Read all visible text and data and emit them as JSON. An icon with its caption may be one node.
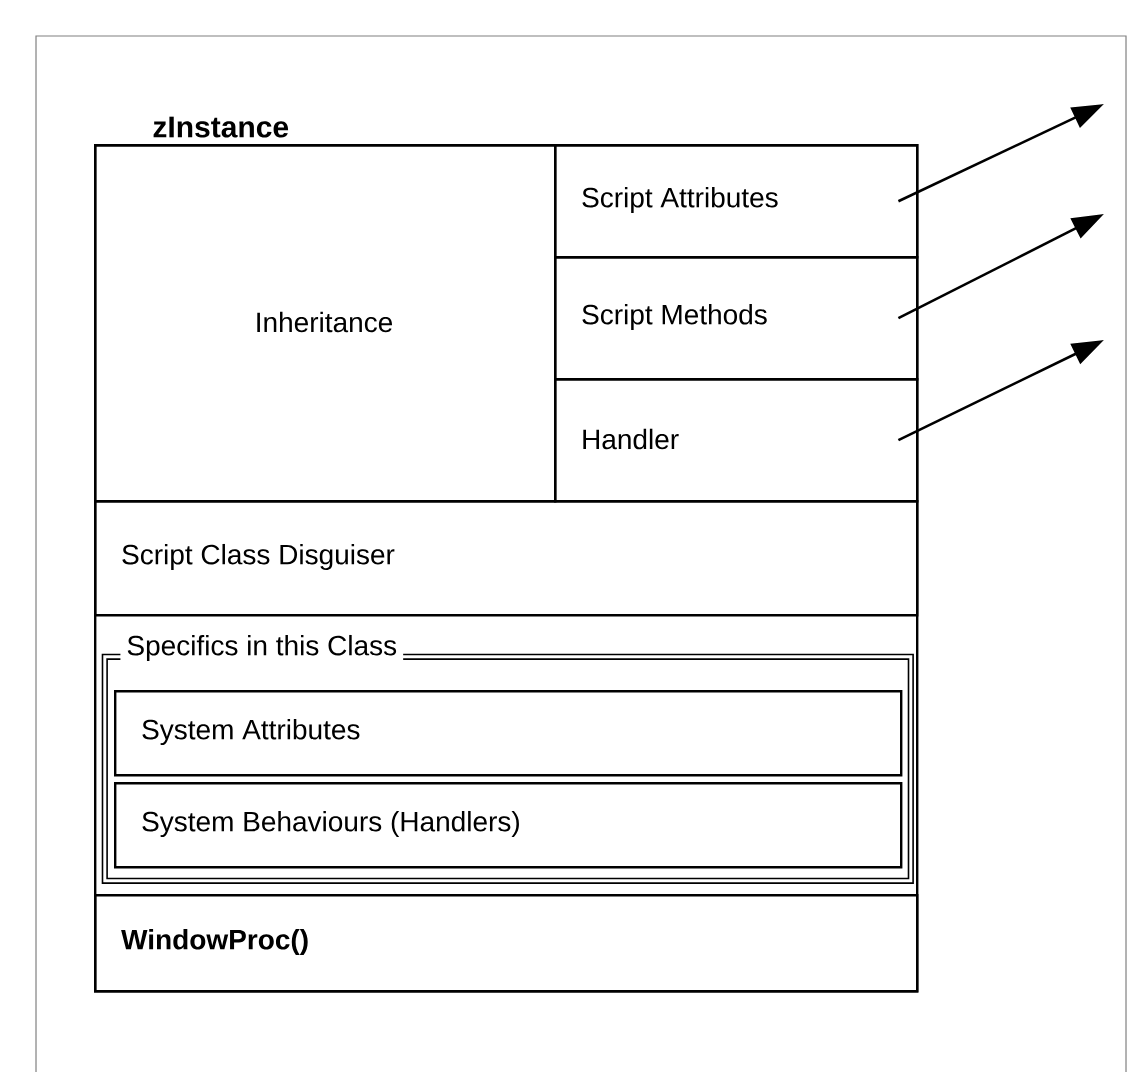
{
  "diagram": {
    "nodes": [
      {
        "text": [
          "zInstance"
        ]
      },
      {
        "text": [
          "Inheritance"
        ],
        "in": 0
      },
      {
        "text": [
          "Script Attributes"
        ],
        "in": 0
      },
      {
        "text": [
          "Script Methods"
        ],
        "in": 0
      },
      {
        "text": [
          "Handler"
        ],
        "in": 0
      },
      {
        "text": [
          "Script Class Disguiser"
        ],
        "in": 0
      },
      {
        "text": [
          "Specifics in this Class"
        ],
        "in": 0
      },
      {
        "text": [
          "System Attributes"
        ],
        "in": 6
      },
      {
        "text": [
          "System Behaviours (Handlers)"
        ],
        "in": 6
      },
      {
        "text": [
          "WindowProc()"
        ],
        "in": 0
      }
    ],
    "edges": [
      {
        "from": 2,
        "to": null,
        "arrow": "to"
      },
      {
        "from": 3,
        "to": null,
        "arrow": "to"
      },
      {
        "from": 4,
        "to": null,
        "arrow": "to"
      }
    ]
  }
}
